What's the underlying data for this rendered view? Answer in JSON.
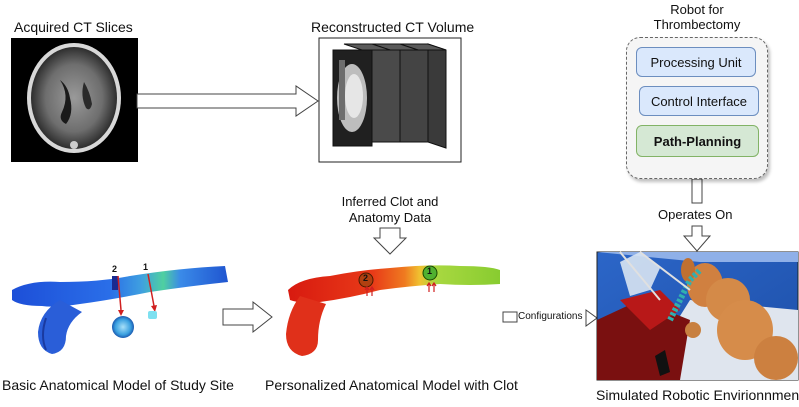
{
  "labels": {
    "acquired": "Acquired CT Slices",
    "reconstructed": "Reconstructed CT Volume",
    "robot_title_1": "Robot for",
    "robot_title_2": "Thrombectomy",
    "inferred_1": "Inferred Clot and",
    "inferred_2": "Anatomy Data",
    "operates": "Operates On",
    "configurations": "Configurations",
    "basic_model": "Basic Anatomical Model of Study Site",
    "personalized_model": "Personalized Anatomical Model with Clot",
    "simulated": "Simulated Robotic Envirionnment",
    "marker_1": "1",
    "marker_2": "2"
  },
  "robot_units": [
    {
      "label": "Processing Unit"
    },
    {
      "label": "Control Interface"
    },
    {
      "label": "Path-Planning"
    }
  ],
  "colors": {
    "unit_fill": "#dae8fc",
    "unit_border": "#6c8ebf",
    "path_fill": "#d5e8d4",
    "path_border": "#82b366"
  }
}
